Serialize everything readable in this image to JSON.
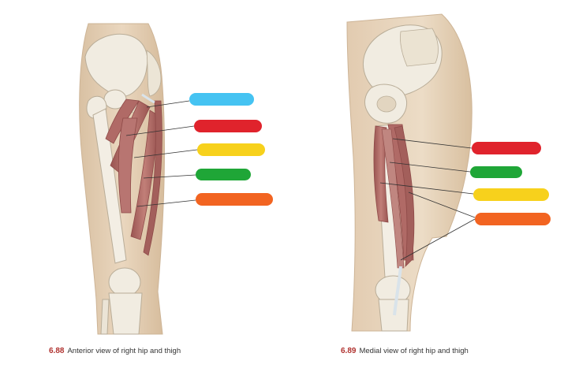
{
  "figures": [
    {
      "number": "6.88",
      "caption": "Anterior view of right hip and thigh",
      "labels": [
        {
          "color": "#45c3f2",
          "name": "blue-label"
        },
        {
          "color": "#e0232c",
          "name": "red-label"
        },
        {
          "color": "#f7d11c",
          "name": "yellow-label"
        },
        {
          "color": "#1fa637",
          "name": "green-label"
        },
        {
          "color": "#f26421",
          "name": "orange-label"
        }
      ]
    },
    {
      "number": "6.89",
      "caption": "Medial view of right hip and thigh",
      "labels": [
        {
          "color": "#e0232c",
          "name": "red-label"
        },
        {
          "color": "#1fa637",
          "name": "green-label"
        },
        {
          "color": "#f7d11c",
          "name": "yellow-label"
        },
        {
          "color": "#f26421",
          "name": "orange-label"
        }
      ]
    }
  ],
  "colors": {
    "skin": "#e6d2b8",
    "skin_edge": "#cdb496",
    "bone": "#f1ece1",
    "bone_edge": "#b9ad98",
    "muscle": "#b06a66",
    "muscle_dark": "#8e4a48",
    "tendon": "#d9e3ea",
    "leader": "#333333",
    "figure_number": "#b0322f"
  }
}
